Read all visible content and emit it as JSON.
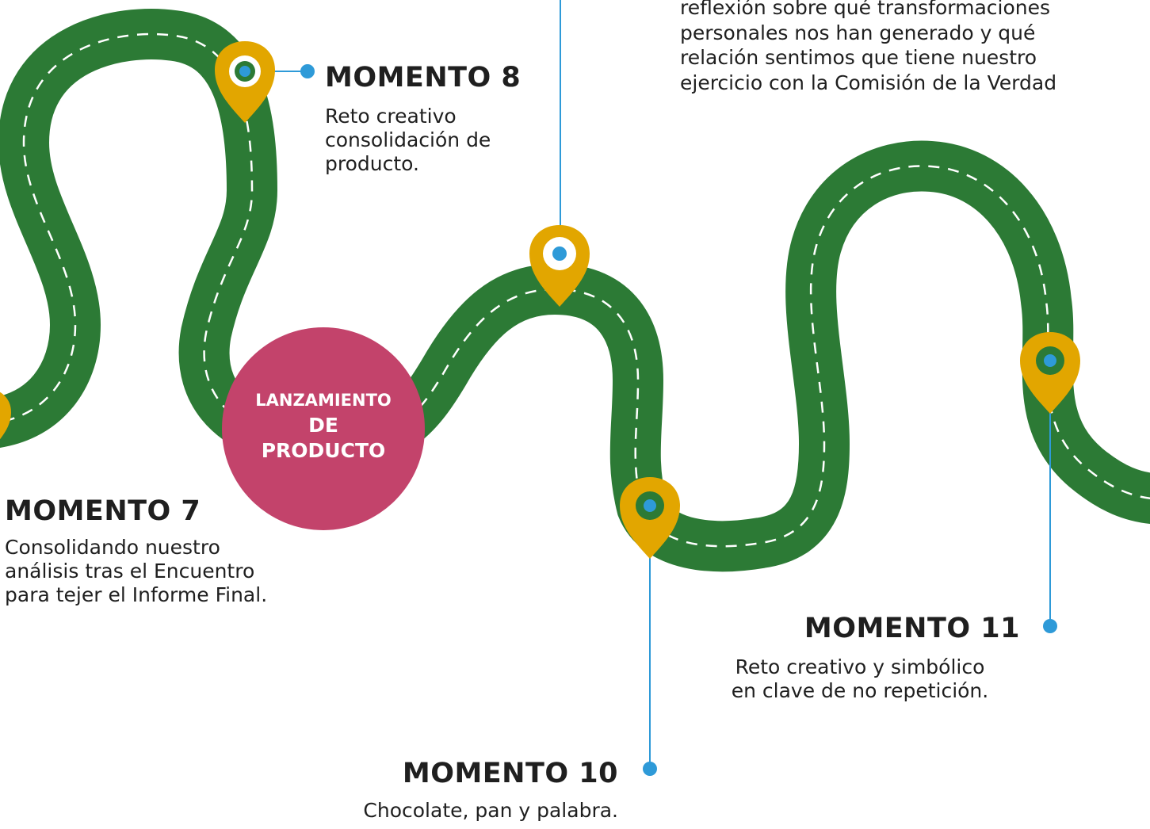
{
  "colors": {
    "road": "#2c7a35",
    "road_dash": "#ffffff",
    "pin": "#e2a600",
    "pin_inner": "#2c7a35",
    "pin_white": "#ffffff",
    "connector": "#2e9ad8",
    "badge": "#c3436b",
    "badge_text": "#ffffff"
  },
  "icons": [
    "map-pin-icon",
    "connector-dot"
  ],
  "badge": {
    "line1": "LANZAMIENTO",
    "line2": "DE",
    "line3": "PRODUCTO"
  },
  "top_note": {
    "line1": "reflexión sobre qué transformaciones",
    "line2": "personales nos han generado y qué",
    "line3": "relación sentimos que tiene nuestro",
    "line4": "ejercicio con la Comisión de la Verdad"
  },
  "moments": {
    "m7": {
      "title": "MOMENTO 7",
      "line1": "Consolidando nuestro",
      "line2": "análisis tras el Encuentro",
      "line3": "para tejer el Informe Final."
    },
    "m8": {
      "title": "MOMENTO 8",
      "line1": "Reto creativo",
      "line2": "consolidación de",
      "line3": "producto."
    },
    "m10": {
      "title": "MOMENTO 10",
      "line1": "Chocolate, pan y palabra."
    },
    "m11": {
      "title": "MOMENTO 11",
      "line1": "Reto creativo y simbólico",
      "line2": "en clave de no repetición."
    }
  }
}
